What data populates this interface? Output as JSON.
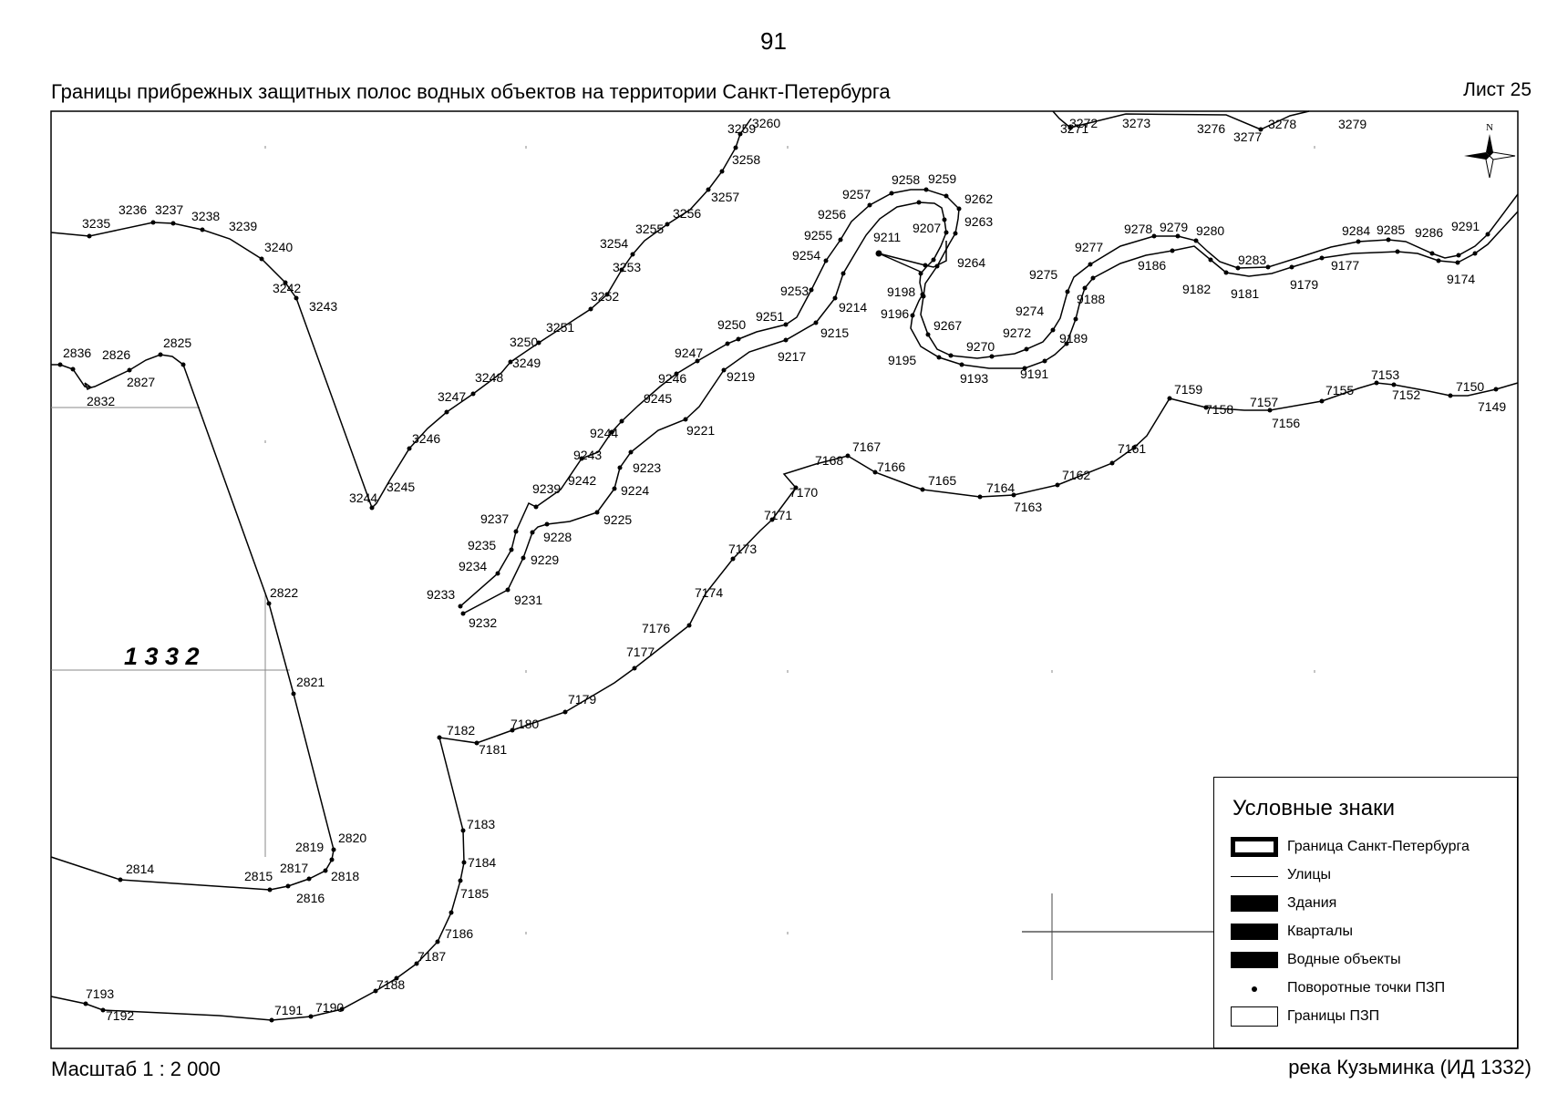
{
  "page_number": "91",
  "title": "Границы прибрежных защитных полос водных объектов на территории Санкт-Петербурга",
  "sheet": "Лист 25",
  "scale": "Масштаб 1 : 2 000",
  "caption": "река Кузьминка (ИД 1332)",
  "map": {
    "object_id_label": "1 3 3 2",
    "north_label": "N",
    "colors": {
      "line": "#000000",
      "grid": "#888888",
      "background": "#ffffff"
    },
    "point_labels": [
      "3235",
      "3236",
      "3237",
      "3238",
      "3239",
      "3240",
      "3242",
      "3243",
      "3244",
      "3245",
      "3246",
      "3247",
      "3248",
      "3249",
      "3250",
      "3251",
      "3252",
      "3253",
      "3254",
      "3255",
      "3256",
      "3257",
      "3258",
      "3259",
      "3260",
      "3271",
      "3272",
      "3273",
      "3276",
      "3277",
      "3278",
      "3279",
      "2836",
      "2826",
      "2825",
      "2827",
      "2832",
      "2822",
      "2821",
      "2820",
      "2819",
      "2818",
      "2817",
      "2816",
      "2815",
      "2814",
      "9257",
      "9258",
      "9259",
      "9262",
      "9263",
      "9256",
      "9255",
      "9254",
      "9211",
      "9207",
      "9264",
      "9253",
      "9198",
      "9214",
      "9196",
      "9215",
      "9250",
      "9251",
      "9267",
      "9247",
      "9217",
      "9219",
      "9195",
      "9270",
      "9193",
      "9191",
      "9246",
      "9245",
      "9244",
      "9221",
      "9243",
      "9223",
      "9242",
      "9239",
      "9224",
      "9237",
      "9228",
      "9225",
      "9235",
      "9229",
      "9234",
      "9233",
      "9231",
      "9232",
      "9278",
      "9279",
      "9280",
      "9277",
      "9186",
      "9275",
      "9188",
      "9274",
      "9272",
      "9189",
      "9182",
      "9181",
      "9283",
      "9179",
      "9284",
      "9285",
      "9286",
      "9291",
      "9177",
      "9174",
      "7159",
      "7158",
      "7157",
      "7156",
      "7155",
      "7153",
      "7152",
      "7150",
      "7149",
      "7161",
      "7162",
      "7163",
      "7164",
      "7165",
      "7166",
      "7167",
      "7168",
      "7170",
      "7171",
      "7173",
      "7174",
      "7176",
      "7177",
      "7179",
      "7180",
      "7181",
      "7182",
      "7183",
      "7184",
      "7185",
      "7186",
      "7187",
      "7188",
      "7190",
      "7191",
      "7192",
      "7193"
    ]
  },
  "legend": {
    "title": "Условные знаки",
    "items": [
      {
        "label": "Граница Санкт-Петербурга",
        "symbol": "thick-outline"
      },
      {
        "label": "Улицы",
        "symbol": "thin-line"
      },
      {
        "label": "Здания",
        "symbol": "fill"
      },
      {
        "label": "Кварталы",
        "symbol": "fill"
      },
      {
        "label": "Водные объекты",
        "symbol": "fill"
      },
      {
        "label": "Поворотные точки ПЗП",
        "symbol": "dot"
      },
      {
        "label": "Границы ПЗП",
        "symbol": "thin-outline"
      }
    ]
  }
}
